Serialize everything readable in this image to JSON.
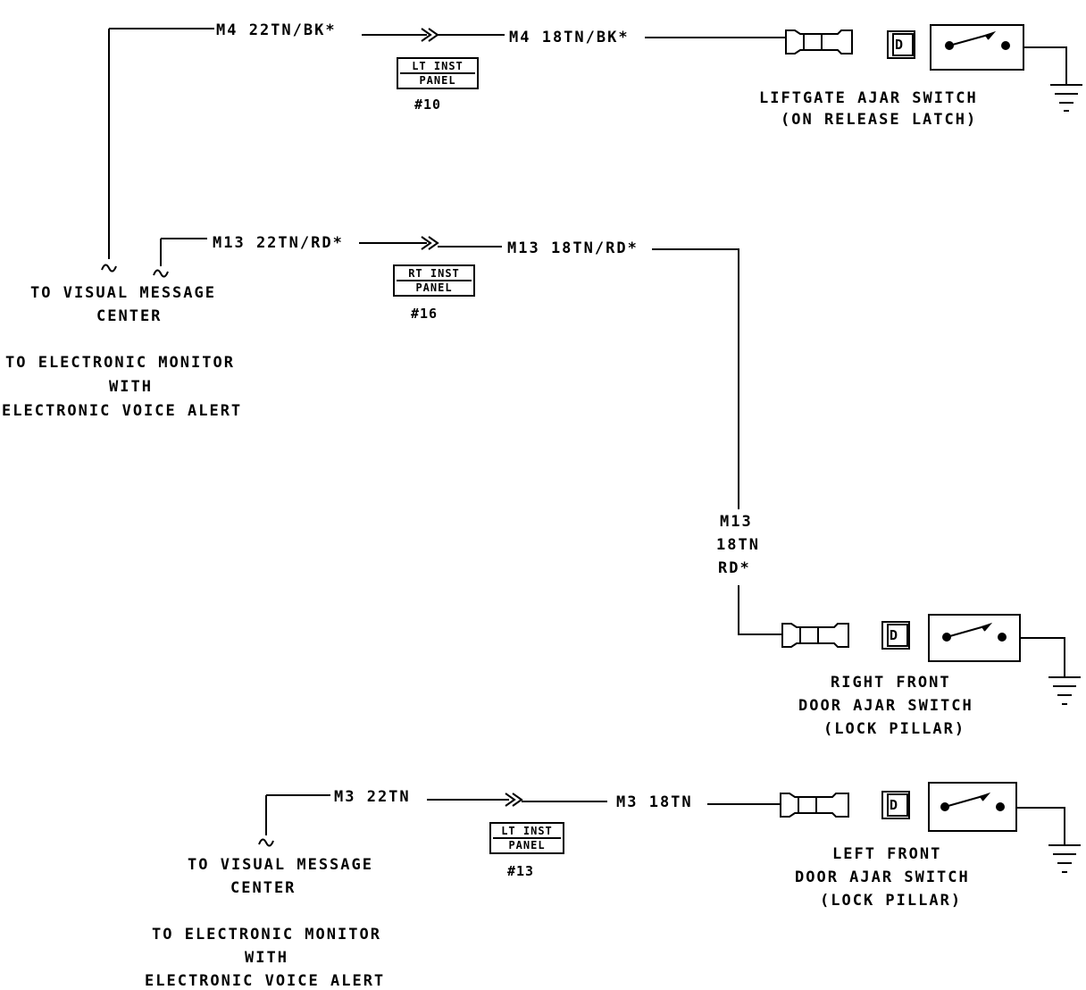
{
  "diagram": {
    "circuits": {
      "liftgate": {
        "wire_left": "M4 22TN/BK*",
        "wire_right": "M4 18TN/BK*",
        "connector": {
          "line1": "LT INST",
          "line2": "PANEL",
          "number": "#10"
        },
        "switch_name": "LIFTGATE AJAR SWITCH",
        "switch_location": "(ON RELEASE LATCH)"
      },
      "right_front": {
        "wire_left": "M13 22TN/RD*",
        "wire_right": "M13 18TN/RD*",
        "wire_vertical": [
          "M13",
          "18TN",
          "RD*"
        ],
        "connector": {
          "line1": "RT INST",
          "line2": "PANEL",
          "number": "#16"
        },
        "switch_name": [
          "RIGHT FRONT",
          "DOOR AJAR SWITCH"
        ],
        "switch_location": "(LOCK PILLAR)"
      },
      "left_front": {
        "wire_left": "M3 22TN",
        "wire_right": "M3 18TN",
        "connector": {
          "line1": "LT INST",
          "line2": "PANEL",
          "number": "#13"
        },
        "switch_name": [
          "LEFT FRONT",
          "DOOR AJAR SWITCH"
        ],
        "switch_location": "(LOCK PILLAR)"
      }
    },
    "destinations": {
      "upper": {
        "visual": [
          "TO VISUAL MESSAGE",
          "CENTER"
        ],
        "monitor": [
          "TO ELECTRONIC MONITOR",
          "WITH",
          "ELECTRONIC VOICE ALERT"
        ]
      },
      "lower": {
        "visual": [
          "TO VISUAL MESSAGE",
          "CENTER"
        ],
        "monitor": [
          "TO ELECTRONIC MONITOR",
          "WITH",
          "ELECTRONIC VOICE ALERT"
        ]
      }
    },
    "switch_terminal_letter": "D"
  }
}
